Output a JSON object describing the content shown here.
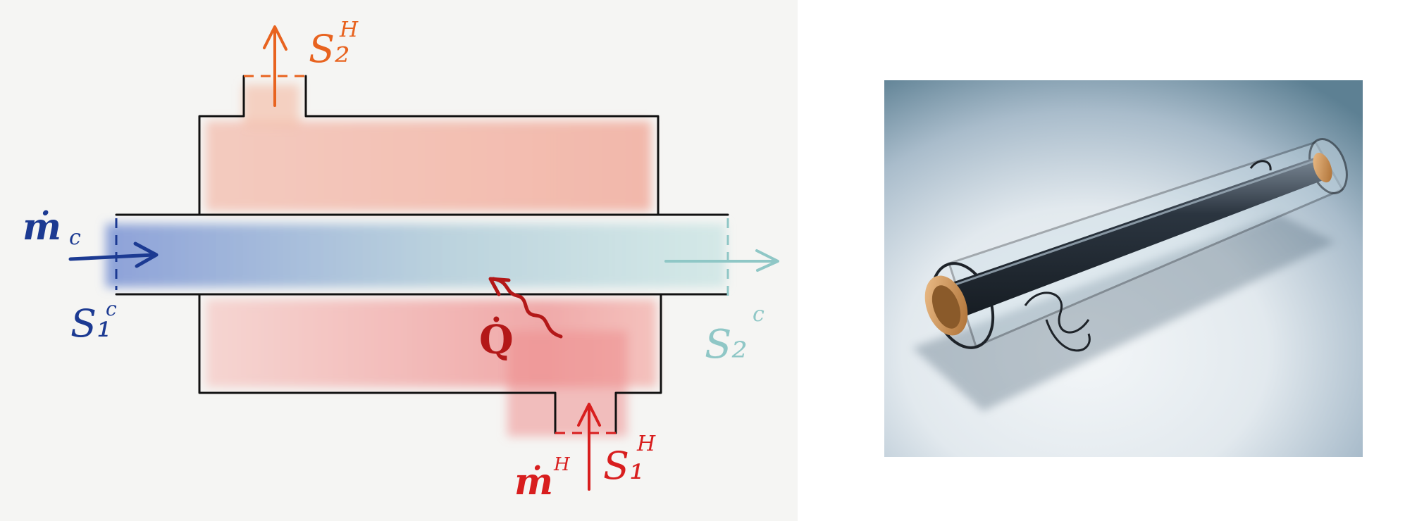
{
  "sketch": {
    "labels": {
      "hot_outlet_entropy": "S₂",
      "hot_outlet_sup": "H",
      "cold_mass_flow": "ṁ",
      "cold_mass_flow_sub": "c",
      "cold_inlet_entropy": "S₁",
      "cold_inlet_sup": "c",
      "heat_flow": "Q̇",
      "cold_outlet_entropy": "S₂",
      "cold_outlet_sup": "c",
      "hot_mass_flow": "ṁ",
      "hot_mass_flow_sup": "H",
      "hot_inlet_entropy": "S₁",
      "hot_inlet_sup": "H"
    },
    "colors": {
      "hot_fluid": "#f1a69a",
      "hot_outlet": "#e8631f",
      "hot_inlet": "#d81e1e",
      "heat": "#b31818",
      "cold_fluid": "#7f97d1",
      "cold_outlet": "#8fc7c6",
      "cold_ink": "#1c3a92",
      "outline": "#111111",
      "paper": "#f5f5f3"
    }
  },
  "render": {
    "subject": "evacuated tube heat exchanger render",
    "colors": {
      "background_top": "#5d8093",
      "background_floor": "#e6ebef",
      "inner_tube": "#2b3540",
      "copper_ring": "#d49a5c",
      "glass": "#c9dce6"
    }
  }
}
